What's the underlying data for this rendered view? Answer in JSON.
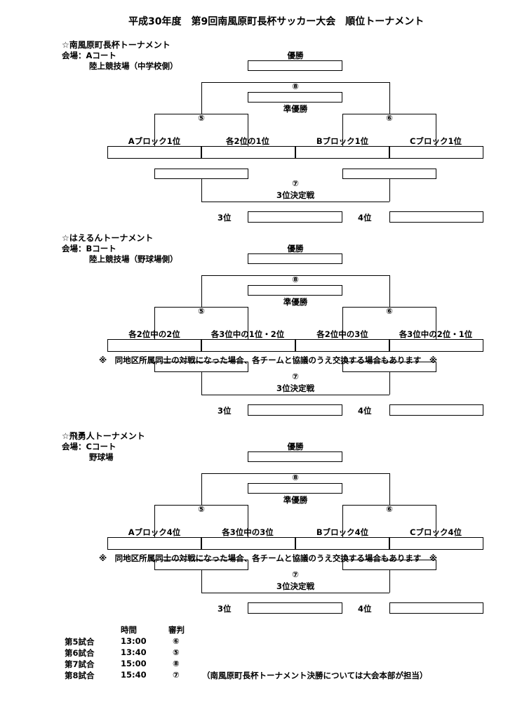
{
  "title": "平成30年度　第9回南風原町長杯サッカー大会　順位トーナメント",
  "tournaments": [
    {
      "name": "☆南風原町長杯トーナメント",
      "venue": "会場：Aコート",
      "venue_detail": "陸上競技場（中学校側）",
      "champion": "優勝",
      "final_no": "⑧",
      "runner_up": "準優勝",
      "semi_left_no": "⑤",
      "semi_right_no": "⑥",
      "teams": [
        "Aブロック1位",
        "各2位の1位",
        "Bブロック1位",
        "Cブロック1位"
      ],
      "note": "",
      "third_no": "⑦",
      "third_match": "3位決定戦",
      "third": "3位",
      "fourth": "4位"
    },
    {
      "name": "☆はえるんトーナメント",
      "venue": "会場：Bコート",
      "venue_detail": "陸上競技場（野球場側）",
      "champion": "優勝",
      "final_no": "⑧",
      "runner_up": "準優勝",
      "semi_left_no": "⑤",
      "semi_right_no": "⑥",
      "teams": [
        "各2位中の2位",
        "各3位中の1位・2位",
        "各2位中の3位",
        "各3位中の2位・1位"
      ],
      "note": "※　同地区所属同士の対戦になった場合、各チームと協議のうえ交換する場合もあります　※",
      "third_no": "⑦",
      "third_match": "3位決定戦",
      "third": "3位",
      "fourth": "4位"
    },
    {
      "name": "☆飛勇人トーナメント",
      "venue": "会場：Cコート",
      "venue_detail": "野球場",
      "champion": "優勝",
      "final_no": "⑧",
      "runner_up": "準優勝",
      "semi_left_no": "⑤",
      "semi_right_no": "⑥",
      "teams": [
        "Aブロック4位",
        "各3位中の3位",
        "Bブロック4位",
        "Cブロック4位"
      ],
      "note": "※　同地区所属同士の対戦になった場合、各チームと協議のうえ交換する場合もあります　※",
      "third_no": "⑦",
      "third_match": "3位決定戦",
      "third": "3位",
      "fourth": "4位"
    }
  ],
  "schedule": {
    "header_time": "時間",
    "header_referee": "審判",
    "rows": [
      {
        "match": "第5試合",
        "time": "13:00",
        "referee": "⑥",
        "note": ""
      },
      {
        "match": "第6試合",
        "time": "13:40",
        "referee": "⑤",
        "note": ""
      },
      {
        "match": "第7試合",
        "time": "15:00",
        "referee": "⑧",
        "note": ""
      },
      {
        "match": "第8試合",
        "time": "15:40",
        "referee": "⑦",
        "note": "（南風原町長杯トーナメント決勝については大会本部が担当）"
      }
    ]
  }
}
